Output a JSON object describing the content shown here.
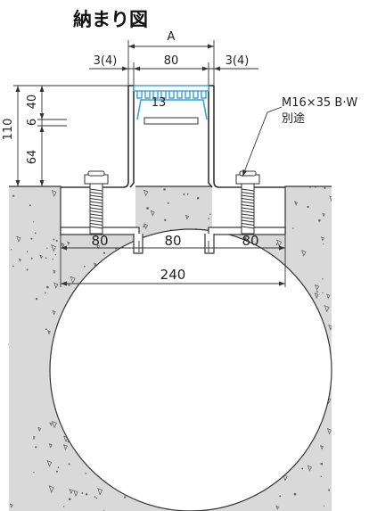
{
  "title": "納まり図",
  "dims": {
    "a": "A",
    "gap_left": "3(4)",
    "width_top": "80",
    "gap_right": "3(4)",
    "total_height": "110",
    "h_top": "40",
    "h_mid": "6",
    "h_bot": "64",
    "inner": "13",
    "base_left": "80",
    "base_mid": "80",
    "base_right": "80",
    "pipe_width": "240"
  },
  "callout": {
    "line1": "M16×35 B·W",
    "line2": "別途"
  },
  "colors": {
    "concrete": "#d9d9d9",
    "outline": "#333333",
    "grating": "#3aa0d8"
  }
}
